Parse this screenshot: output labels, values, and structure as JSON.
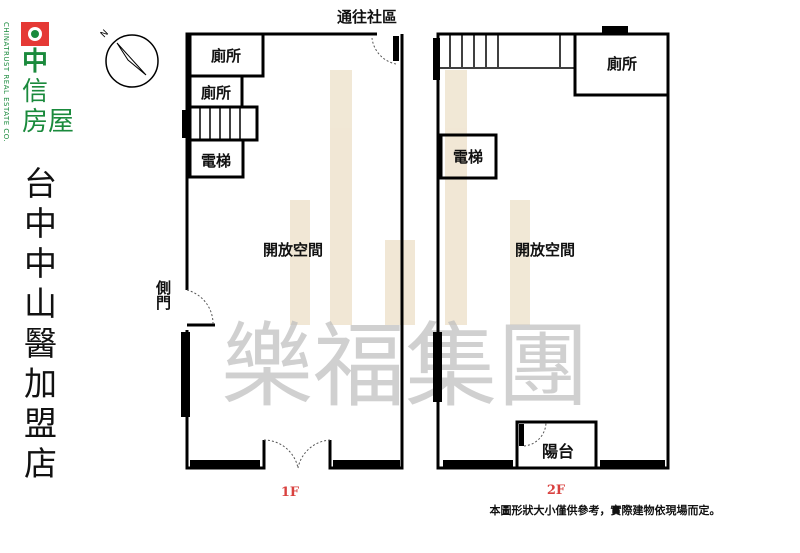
{
  "logo": {
    "name": "中信房屋",
    "english": "CHINATRUST REAL ESTATE CO.",
    "color": "#1a8a3c",
    "mark_color": "#e53935"
  },
  "store_name": "台中中山醫加盟店",
  "compass": {
    "label": "N"
  },
  "watermark": "樂福集團",
  "floor_1": {
    "label": "1F",
    "rooms": {
      "toilet_1": "廁所",
      "toilet_2": "廁所",
      "elevator": "電梯",
      "open_space": "開放空間"
    },
    "side_door": "側門",
    "to_community": "通往社區"
  },
  "floor_2": {
    "label": "2F",
    "rooms": {
      "toilet": "廁所",
      "elevator": "電梯",
      "open_space": "開放空間",
      "balcony": "陽台"
    }
  },
  "floor_label_color": "#d9413f",
  "disclaimer": "本圖形狀大小僅供參考，實際建物依現場而定。"
}
